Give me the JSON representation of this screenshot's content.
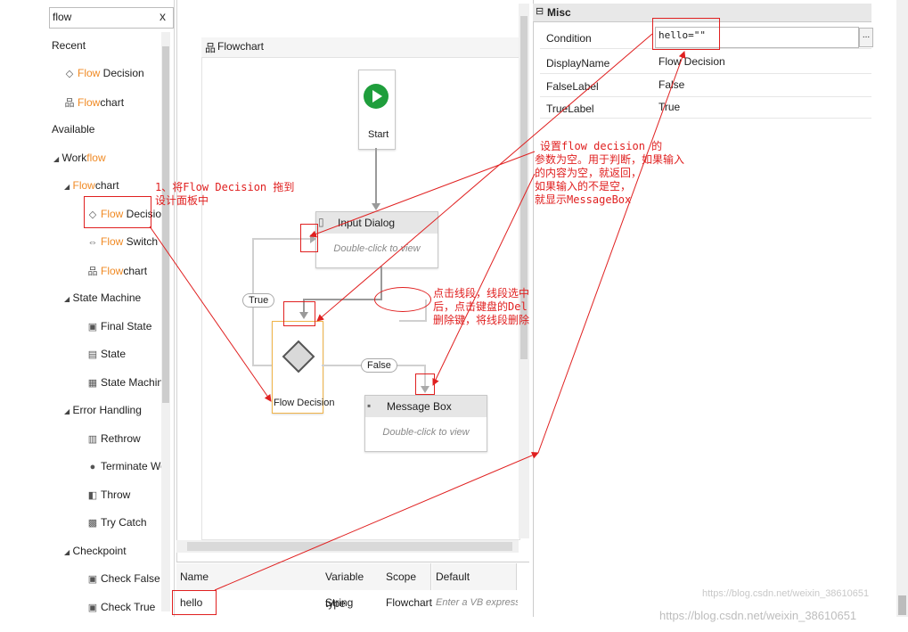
{
  "toolbox": {
    "search_value": "flow",
    "clear_label": "x",
    "recent_label": "Recent",
    "recent_items": [
      {
        "hl": "Flow",
        "rest": " Decision"
      },
      {
        "hl": "Flow",
        "rest": "chart"
      }
    ],
    "available_label": "Available",
    "workflow": {
      "pre": "Work",
      "hl": "flow"
    },
    "flowchart_group": {
      "hl": "Flow",
      "rest": "chart"
    },
    "flowchart_items": [
      {
        "hl": "Flow",
        "rest": " Decision"
      },
      {
        "hl": "Flow",
        "rest": " Switch"
      },
      {
        "hl": "Flow",
        "rest": "chart"
      }
    ],
    "state_machine_label": "State Machine",
    "state_machine_items": [
      "Final State",
      "State",
      "State Machine"
    ],
    "error_handling_label": "Error Handling",
    "error_handling_items": [
      "Rethrow",
      "Terminate Workfl",
      "Throw",
      "Try Catch"
    ],
    "checkpoint_label": "Checkpoint",
    "checkpoint_items": [
      "Check False",
      "Check True"
    ]
  },
  "designer": {
    "flowchart_title": "Flowchart",
    "start_label": "Start",
    "input_dialog": {
      "title": "Input Dialog",
      "hint": "Double-click to view"
    },
    "message_box": {
      "title": "Message Box",
      "hint": "Double-click to view"
    },
    "decision_label": "Flow Decision",
    "true_label": "True",
    "false_label": "False"
  },
  "variables": {
    "headers": [
      "Name",
      "Variable type",
      "Scope",
      "Default"
    ],
    "row": {
      "name": "hello",
      "type": "String",
      "scope": "Flowchart",
      "default_placeholder": "Enter a VB expression"
    }
  },
  "properties": {
    "section": "Misc",
    "rows": [
      {
        "name": "Condition",
        "value": "hello=\"\""
      },
      {
        "name": "DisplayName",
        "value": "Flow Decision"
      },
      {
        "name": "FalseLabel",
        "value": "False"
      },
      {
        "name": "TrueLabel",
        "value": "True"
      }
    ],
    "ellipsis": "..."
  },
  "annotations": {
    "step1": [
      "1、将Flow Decision 拖到",
      "设计面板中"
    ],
    "delete_line": [
      "点击线段，线段选中",
      "后，点击键盘的Del",
      "删除键，将线段删除"
    ],
    "condition_note": [
      "设置flow decision 的",
      "参数为空。用于判断，如果输入",
      "的内容为空，就返回，",
      "如果输入的不是空，",
      "就显示MessageBox"
    ]
  },
  "watermark": {
    "faint": "https://blog.csdn.net/weixin_38610651",
    "main": "https://blog.csdn.net/weixin_38610651"
  },
  "colors": {
    "highlight": "#f08a24",
    "annotation": "#e02020",
    "start_green": "#1f9e3c"
  }
}
